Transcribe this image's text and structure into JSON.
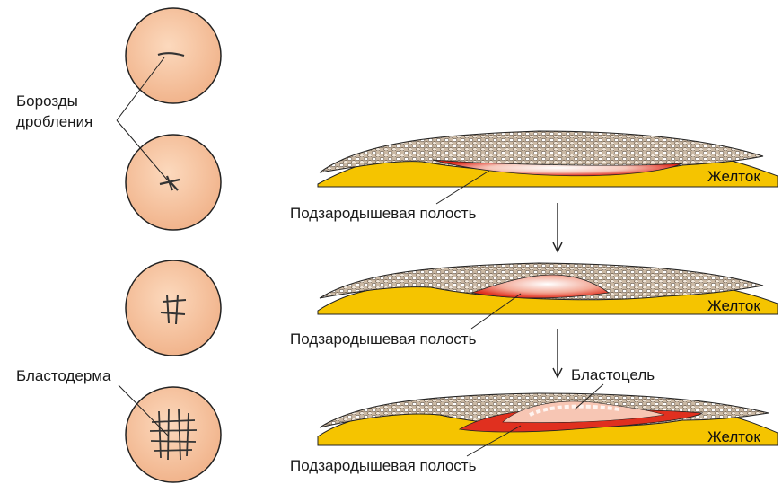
{
  "labels": {
    "furrows_line1": "Борозды",
    "furrows_line2": "дробления",
    "blastoderm": "Бластодерма",
    "subgerminal_1": "Подзародышевая полость",
    "subgerminal_2": "Подзародышевая полость",
    "subgerminal_3": "Подзародышевая полость",
    "yolk_1": "Желток",
    "yolk_2": "Желток",
    "yolk_3": "Желток",
    "blastocoel": "Бластоцель"
  },
  "colors": {
    "egg_fill": "#f6c4a0",
    "yolk": "#f5c400",
    "blastoderm_cells": "#b9a58f",
    "cavity_red": "#e02a1a",
    "cavity_pink": "#f7b8a8",
    "outline": "#222222"
  }
}
